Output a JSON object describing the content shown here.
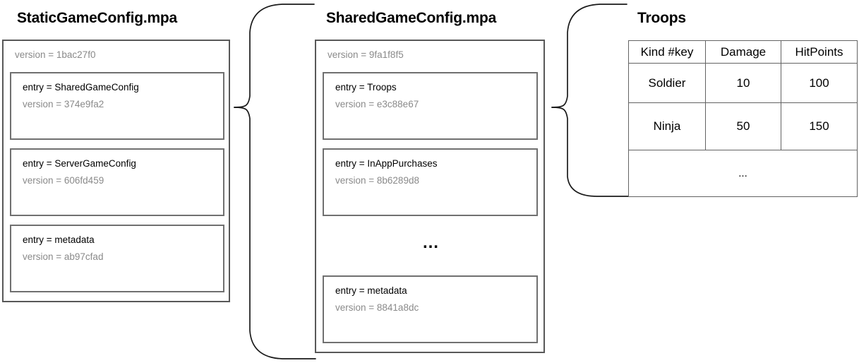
{
  "diagram": {
    "kind": "data-package-versioning-diagram",
    "background": "#ffffff",
    "text_color": "#000000",
    "muted_text_color": "#8a8a8a",
    "box_border_color": "#585858",
    "card_border_color": "#707070",
    "table_border_color": "#636363"
  },
  "columns": {
    "static_config": {
      "title": "StaticGameConfig.mpa",
      "version_label": "version = 1bac27f0",
      "entries": [
        {
          "name": "entry = SharedGameConfig",
          "version": "version = 374e9fa2"
        },
        {
          "name": "entry = ServerGameConfig",
          "version": "version = 606fd459"
        },
        {
          "name": "entry = metadata",
          "version": "version = ab97cfad"
        }
      ]
    },
    "shared_config": {
      "title": "SharedGameConfig.mpa",
      "version_label": "version = 9fa1f8f5",
      "entries": [
        {
          "name": "entry = Troops",
          "version": "version = e3c88e67"
        },
        {
          "name": "entry = InAppPurchases",
          "version": "version = 8b6289d8"
        },
        {
          "name": "entry = metadata",
          "version": "version = 8841a8dc"
        }
      ],
      "ellipsis": "…"
    },
    "troops": {
      "title": "Troops",
      "table": {
        "headers": [
          "Kind #key",
          "Damage",
          "HitPoints"
        ],
        "rows": [
          [
            "Soldier",
            "10",
            "100"
          ],
          [
            "Ninja",
            "50",
            "150"
          ]
        ],
        "more_row": "..."
      }
    }
  },
  "connectors": [
    {
      "name": "brace-static-to-shared",
      "from": "entry = SharedGameConfig",
      "to": "SharedGameConfig.mpa"
    },
    {
      "name": "brace-shared-to-troops",
      "from": "entry = Troops",
      "to": "Troops"
    }
  ]
}
